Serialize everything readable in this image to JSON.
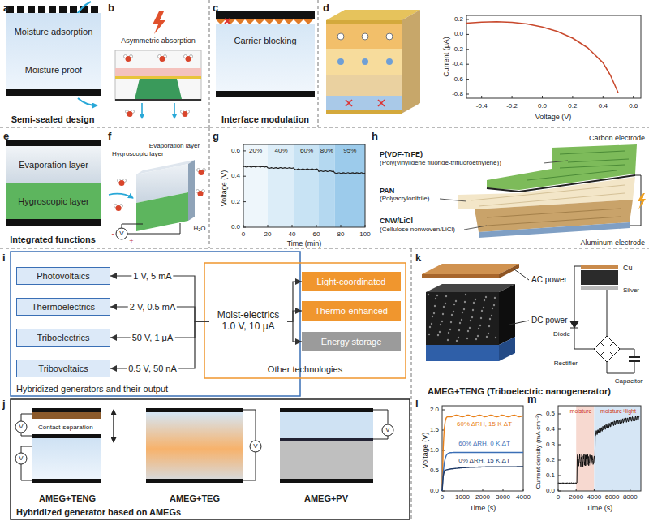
{
  "diagram": {
    "nodes": [
      {
        "text": [
          "Moisture adsorption",
          "Moisture proof"
        ]
      },
      {
        "text": [
          "Carrier blocking"
        ]
      },
      {
        "text": [
          "Evaporation layer"
        ]
      },
      {
        "text": [
          "Hygroscopic layer"
        ]
      },
      {
        "text": [
          "20%"
        ]
      },
      {
        "text": [
          "40%"
        ]
      },
      {
        "text": [
          "60%"
        ]
      },
      {
        "text": [
          "80%"
        ]
      },
      {
        "text": [
          "95%"
        ]
      },
      {
        "text": [
          "Photovoltaics"
        ]
      },
      {
        "text": [
          "Thermoelectrics"
        ]
      },
      {
        "text": [
          "Triboelectrics"
        ]
      },
      {
        "text": [
          "Tribovoltaics"
        ]
      },
      {
        "text": [
          "Moist-electrics",
          "1.0 V, 10 μA"
        ]
      },
      {
        "text": [
          "Light-coordinated"
        ]
      },
      {
        "text": [
          "Thermo-enhanced"
        ]
      },
      {
        "text": [
          "Energy storage"
        ]
      }
    ],
    "edges": [
      {
        "from": 13,
        "to": 9,
        "arrow": "to",
        "label": "1 V, 5 mA"
      },
      {
        "from": 13,
        "to": 10,
        "arrow": "to",
        "label": "2 V, 0.5 mA"
      },
      {
        "from": 13,
        "to": 11,
        "arrow": "to",
        "label": "50 V, 1 μA"
      },
      {
        "from": 13,
        "to": 12,
        "arrow": "to",
        "label": "0.5 V, 50 nA"
      },
      {
        "from": 13,
        "to": 14,
        "arrow": "to"
      },
      {
        "from": 13,
        "to": 15,
        "arrow": "to"
      },
      {
        "from": 13,
        "to": 16,
        "arrow": "to"
      }
    ],
    "labels": [
      "a",
      "Semi-sealed design",
      "b",
      "Asymmetric absorption",
      "c",
      "Interface modulation",
      "d",
      "0.2",
      "0.0",
      "-0.2",
      "-0.4",
      "-0.6",
      "-0.8",
      "-0.4",
      "-0.2",
      "0.0",
      "0.2",
      "0.4",
      "0.6",
      "Current (μA)",
      "Voltage (V)",
      "e",
      "Integrated functions",
      "f",
      "Evaporation layer",
      "Hygroscopic layer",
      "H₂O",
      "V",
      "-",
      "+",
      "g",
      "0.6",
      "0.4",
      "0.2",
      "0.0",
      "0",
      "20",
      "40",
      "60",
      "80",
      "100",
      "Voltage (V)",
      "Time (min)",
      "h",
      "P(VDF-TrFE)",
      "(Poly(vinylidene fluoride-trifluoroethylene))",
      "PAN",
      "(Polyacrylonitrile)",
      "CNW/LiCl",
      "(Cellulose nonwoven/LiCl)",
      "Carbon electrode",
      "Aluminum electrode",
      "i",
      "Hybridized generators and their output",
      "Other technologies",
      "j",
      "Contact-separation",
      "V",
      "V",
      "AMEG+TENG",
      "V",
      "AMEG+TEG",
      "V",
      "AMEG+PV",
      "Hybridized generator based on AMEGs",
      "k",
      "AC power",
      "DC power",
      "Cu",
      "Silver",
      "Diode",
      "Rectifier",
      "Capacitor",
      "AMEG+TENG (Triboelectric nanogenerator)",
      "l",
      "2.0",
      "1.5",
      "1.0",
      "0.5",
      "0.0",
      "0",
      "1000",
      "2000",
      "3000",
      "4000",
      "Voltage (V)",
      "Time (s)",
      "60% ΔRH, 15 K ΔT",
      "60% ΔRH, 0 K ΔT",
      "0% ΔRH, 15 K ΔT",
      "m",
      "0.5",
      "0.4",
      "0.3",
      "0.2",
      "0.1",
      "0.0",
      "0",
      "2000",
      "4000",
      "6000",
      "8000",
      "Current density (mA cm⁻²)",
      "Time (s)",
      "moisture",
      "moisture+light"
    ]
  }
}
